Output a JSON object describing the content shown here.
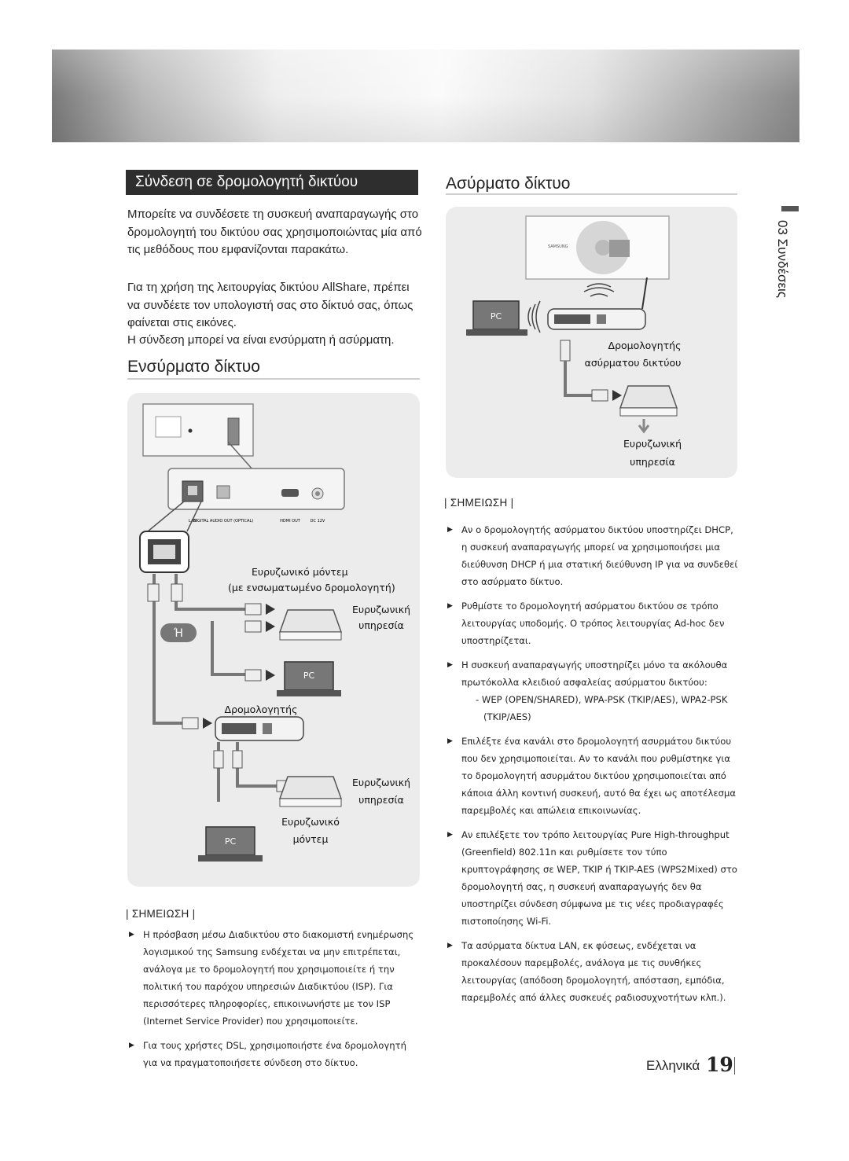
{
  "section_title": "Σύνδεση σε δρομολογητή δικτύου",
  "intro": [
    "Μπορείτε να συνδέσετε τη συσκευή αναπαραγωγής στο δρομολογητή του δικτύου σας χρησιμοποιώντας μία από τις μεθόδους που εμφανίζονται παρακάτω.",
    "Για τη χρήση της λειτουργίας δικτύου AllShare, πρέπει να συνδέετε τον υπολογιστή σας στο δίκτυό σας, όπως φαίνεται στις εικόνες.",
    "Η σύνδεση μπορεί να είναι ενσύρματη ή ασύρματη."
  ],
  "wired": {
    "heading": "Ενσύρματο δίκτυο",
    "port_labels": [
      "LAN",
      "DIGITAL AUDIO OUT (OPTICAL)",
      "HDMI OUT",
      "DC 12V"
    ],
    "modem_label_1": "Ευρυζωνικό μόντεμ",
    "modem_label_2": "(με ενσωματωμένο δρομολογητή)",
    "broadband_1": "Ευρυζωνική",
    "broadband_2": "υπηρεσία",
    "or_label": "Ή",
    "pc_label": "PC",
    "router_label": "Δρομολογητής",
    "broadband_b_1": "Ευρυζωνική",
    "broadband_b_2": "υπηρεσία",
    "modem_b_1": "Ευρυζωνικό",
    "modem_b_2": "μόντεμ"
  },
  "wireless": {
    "heading": "Ασύρματο δίκτυο",
    "brand": "SAMSUNG",
    "pc_label": "PC",
    "router_1": "Δρομολογητής",
    "router_2": "ασύρματου δικτύου",
    "broadband_1": "Ευρυζωνική",
    "broadband_2": "υπηρεσία"
  },
  "note_header": "| ΣΗΜΕΙΩΣΗ |",
  "left_notes": [
    "Η πρόσβαση μέσω Διαδικτύου στο διακομιστή ενημέρωσης λογισμικού της Samsung ενδέχεται να μην επιτρέπεται, ανάλογα με το δρομολογητή που χρησιμοποιείτε ή την πολιτική του παρόχου υπηρεσιών Διαδικτύου (ISP). Για περισσότερες πληροφορίες, επικοινωνήστε με τον ISP (Internet Service Provider) που χρησιμοποιείτε.",
    "Για τους χρήστες DSL, χρησιμοποιήστε ένα δρομολογητή για να πραγματοποιήσετε σύνδεση στο δίκτυο."
  ],
  "right_notes": [
    "Αν ο δρομολογητής ασύρματου δικτύου υποστηρίζει DHCP, η συσκευή αναπαραγωγής μπορεί να χρησιμοποιήσει μια διεύθυνση DHCP ή μια στατική διεύθυνση IP για να συνδεθεί στο ασύρματο δίκτυο.",
    "Ρυθμίστε το δρομολογητή ασύρματου δικτύου σε τρόπο λειτουργίας υποδομής. Ο τρόπος λειτουργίας Ad-hoc δεν υποστηρίζεται.",
    "Η συσκευή αναπαραγωγής υποστηρίζει μόνο τα ακόλουθα πρωτόκολλα κλειδιού ασφαλείας ασύρματου δικτύου:",
    "Επιλέξτε ένα κανάλι στο δρομολογητή ασυρμάτου δικτύου που δεν χρησιμοποιείται. Αν το κανάλι που ρυθμίστηκε για το δρομολογητή ασυρμάτου δικτύου χρησιμοποιείται από κάποια άλλη κοντινή συσκευή, αυτό θα έχει ως αποτέλεσμα παρεμβολές και απώλεια επικοινωνίας.",
    "Αν επιλέξετε τον τρόπο λειτουργίας Pure High-throughput (Greenfield) 802.11n και ρυθμίσετε τον τύπο κρυπτογράφησης σε WEP, TKIP ή TKIP-AES (WPS2Mixed) στο δρομολογητή σας, η συσκευή αναπαραγωγής δεν θα υποστηρίζει σύνδεση σύμφωνα με τις νέες προδιαγραφές πιστοποίησης Wi-Fi.",
    "Τα ασύρματα δίκτυα LAN, εκ φύσεως, ενδέχεται να προκαλέσουν παρεμβολές, ανάλογα με τις συνθήκες λειτουργίας (απόδοση δρομολογητή, απόσταση, εμπόδια, παρεμβολές από άλλες συσκευές ραδιοσυχνοτήτων κλπ.)."
  ],
  "protocols": "- WEP (OPEN/SHARED), WPA-PSK (TKIP/AES), WPA2-PSK (TKIP/AES)",
  "side_tab": "03 Συνδέσεις",
  "footer": {
    "language": "Ελληνικά",
    "page": "19"
  }
}
